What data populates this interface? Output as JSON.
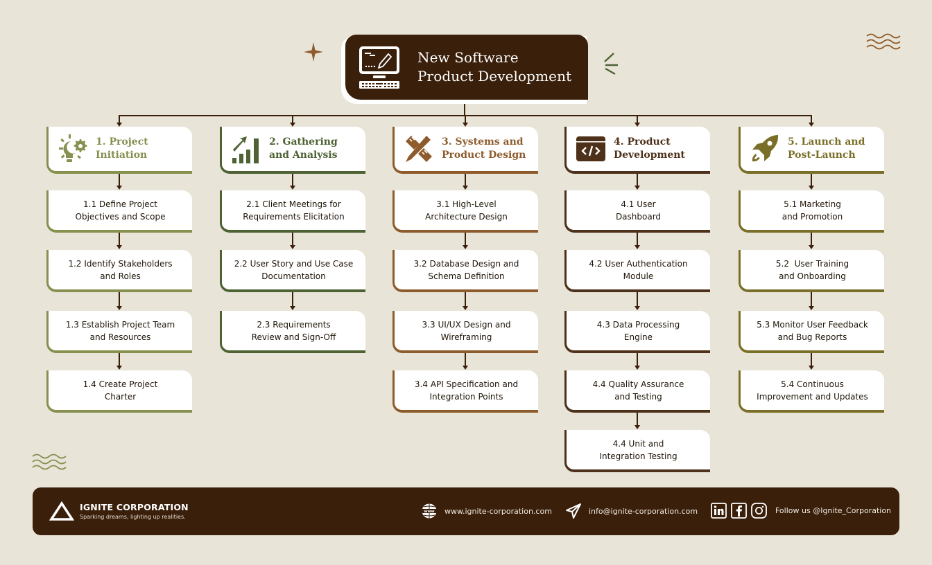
{
  "title": {
    "line1": "New Software",
    "line2": "Product Development",
    "icon": "computer-design-icon"
  },
  "colors": {
    "background": "#e8e4d8",
    "dark_brown": "#3a1f0b",
    "phase1": "#86904f",
    "phase2": "#4e6234",
    "phase3": "#8e5c2c",
    "phase4": "#4e311a",
    "phase5": "#7a6f28"
  },
  "phases": [
    {
      "line1": "1. Project",
      "line2": "Initiation",
      "icon": "lightbulb-gear-icon",
      "tasks": [
        {
          "line1": "1.1 Define Project",
          "line2": "Objectives and Scope"
        },
        {
          "line1": "1.2 Identify Stakeholders",
          "line2": "and Roles"
        },
        {
          "line1": "1.3 Establish Project Team",
          "line2": "and Resources"
        },
        {
          "line1": "1.4 Create Project",
          "line2": "Charter"
        }
      ]
    },
    {
      "line1": "2. Gathering",
      "line2": "and Analysis",
      "icon": "growth-chart-icon",
      "tasks": [
        {
          "line1": "2.1 Client Meetings for",
          "line2": "Requirements Elicitation"
        },
        {
          "line1": "2.2 User Story and Use Case",
          "line2": "Documentation"
        },
        {
          "line1": "2.3 Requirements",
          "line2": "Review and Sign-Off"
        }
      ]
    },
    {
      "line1": "3. Systems and",
      "line2": "Product Design",
      "icon": "pencil-ruler-icon",
      "tasks": [
        {
          "line1": "3.1 High-Level",
          "line2": "Architecture Design"
        },
        {
          "line1": "3.2 Database Design and",
          "line2": "Schema Definition"
        },
        {
          "line1": "3.3 UI/UX Design and",
          "line2": "Wireframing"
        },
        {
          "line1": "3.4 API Specification and",
          "line2": "Integration Points"
        }
      ]
    },
    {
      "line1": "4. Product",
      "line2": "Development",
      "icon": "code-window-icon",
      "tasks": [
        {
          "line1": "4.1 User",
          "line2": "Dashboard"
        },
        {
          "line1": "4.2 User Authentication",
          "line2": "Module"
        },
        {
          "line1": "4.3 Data Processing",
          "line2": "Engine"
        },
        {
          "line1": "4.4 Quality Assurance",
          "line2": "and Testing"
        },
        {
          "line1": "4.4 Unit and",
          "line2": "Integration Testing"
        }
      ]
    },
    {
      "line1": "5. Launch and",
      "line2": "Post-Launch",
      "icon": "rocket-icon",
      "tasks": [
        {
          "line1": "5.1 Marketing",
          "line2": "and Promotion"
        },
        {
          "line1": "5.2  User Training",
          "line2": "and Onboarding"
        },
        {
          "line1": "5.3 Monitor User Feedback",
          "line2": "and Bug Reports"
        },
        {
          "line1": "5.4 Continuous",
          "line2": "Improvement and Updates"
        }
      ]
    }
  ],
  "footer": {
    "brand_name": "IGNITE CORPORATION",
    "tagline": "Sparking dreams, lighting up realities.",
    "website": "www.ignite-corporation.com",
    "email": "info@ignite-corporation.com",
    "social_text": "Follow us @Ignite_Corporation",
    "social_icons": [
      "linkedin-icon",
      "facebook-icon",
      "instagram-icon"
    ]
  }
}
